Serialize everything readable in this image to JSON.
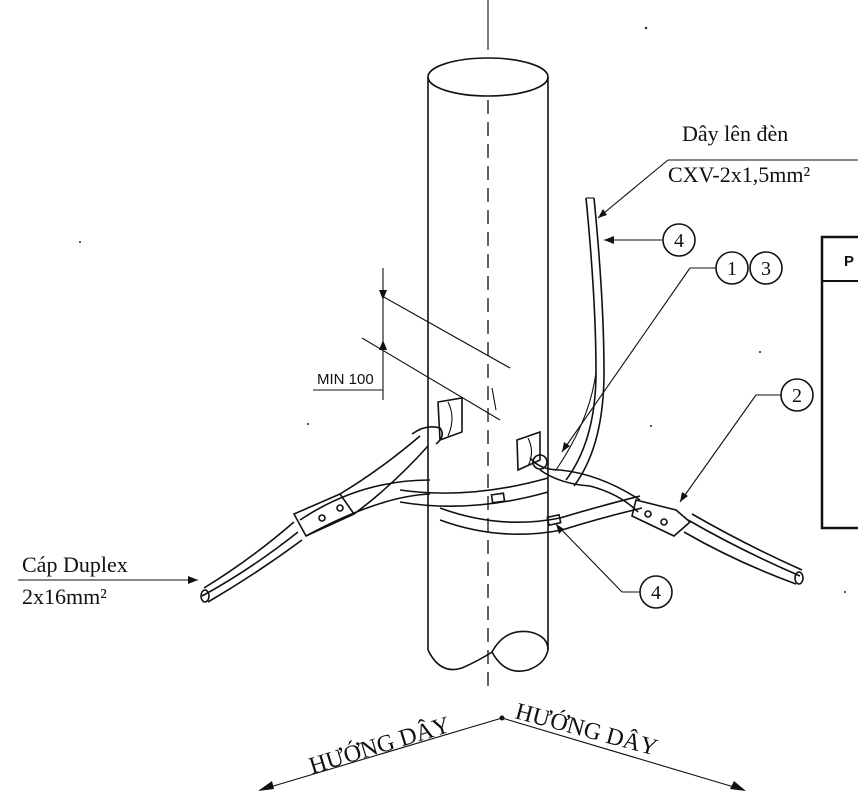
{
  "labels": {
    "lamp_wire_title": "Dây lên đèn",
    "lamp_wire_spec": "CXV-2x1,5mm²",
    "duplex_title": "Cáp Duplex",
    "duplex_spec": "2x16mm²",
    "min_distance": "MIN 100",
    "direction_left": "HƯỚNG DÂY",
    "direction_right": "HƯỚNG DÂY",
    "table_header_fragment": "P"
  },
  "callouts": [
    {
      "id": "4",
      "target": "lamp-wire"
    },
    {
      "id": "1",
      "target": "hook-clamp"
    },
    {
      "id": "3",
      "target": "hook-clamp"
    },
    {
      "id": "2",
      "target": "tension-clamp"
    },
    {
      "id": "4",
      "target": "cable-connector"
    }
  ],
  "colors": {
    "ink": "#111111",
    "paper": "#ffffff"
  }
}
